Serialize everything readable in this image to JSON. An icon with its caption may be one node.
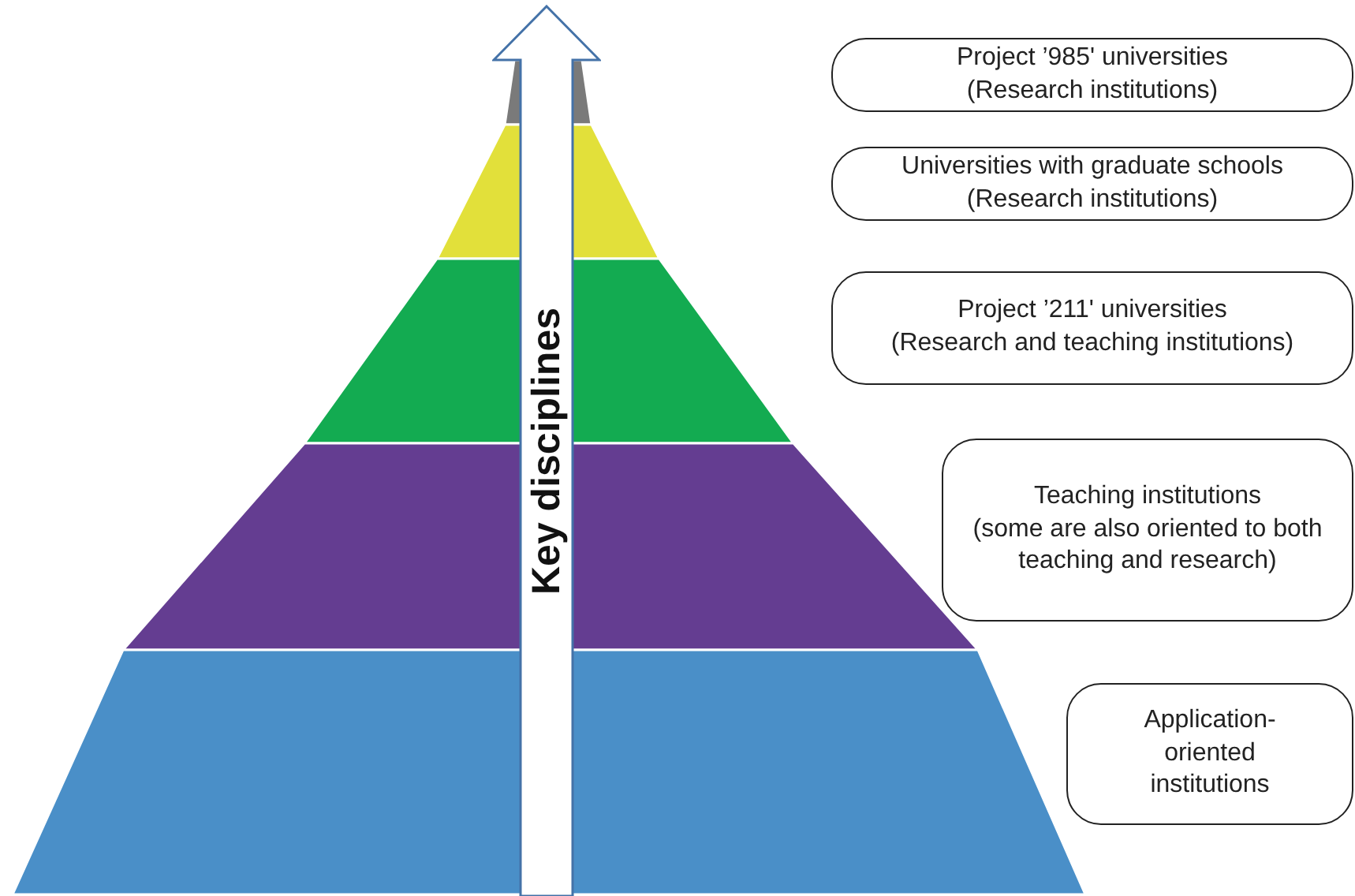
{
  "diagram": {
    "nodes": [
      {
        "text": [
          "Project ’985' universities",
          "(Research institutions)"
        ]
      },
      {
        "text": [
          "Universities with graduate schools",
          "(Research institutions)"
        ]
      },
      {
        "text": [
          "Project ’211' universities",
          "(Research and teaching institutions)"
        ]
      },
      {
        "text": [
          "Teaching institutions",
          "(some are also oriented to both teaching and research)"
        ]
      },
      {
        "text": [
          "Application-oriented institutions"
        ]
      },
      {
        "text": [
          "Key disciplines"
        ]
      }
    ]
  }
}
